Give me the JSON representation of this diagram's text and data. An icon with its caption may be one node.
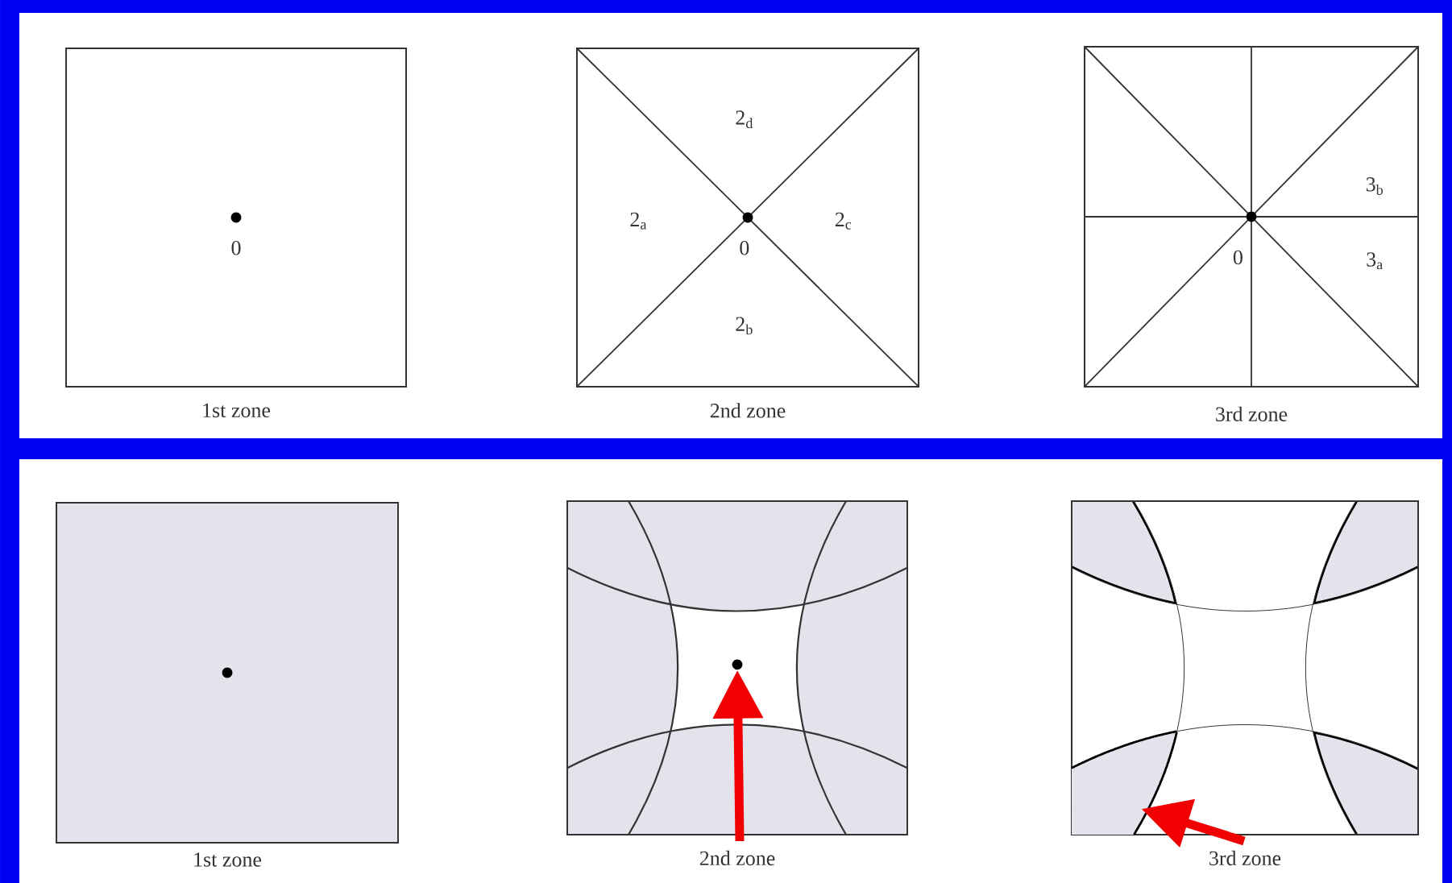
{
  "diagram": {
    "nodes": [
      {
        "text": [
          "0",
          "1st zone"
        ]
      },
      {
        "text": [
          "2$_{d}$",
          "2$_{a}$",
          "0",
          "2$_{c}$",
          "2$_{b}$",
          "2nd zone"
        ]
      },
      {
        "text": [
          "3$_{b}$",
          "0",
          "3$_{a}$",
          "3rd zone"
        ]
      },
      {
        "text": [
          "1st zone"
        ]
      },
      {
        "text": [
          "2nd zone"
        ]
      },
      {
        "text": [
          "3rd zone"
        ]
      },
      {
        "text": [],
        "shape": "circle",
        "in": 4
      },
      {
        "text": [],
        "shape": "box",
        "in": 5
      }
    ],
    "edges": [
      {
        "from": null,
        "to": 6,
        "arrow": "to"
      },
      {
        "from": null,
        "to": 7,
        "arrow": "to"
      }
    ]
  }
}
